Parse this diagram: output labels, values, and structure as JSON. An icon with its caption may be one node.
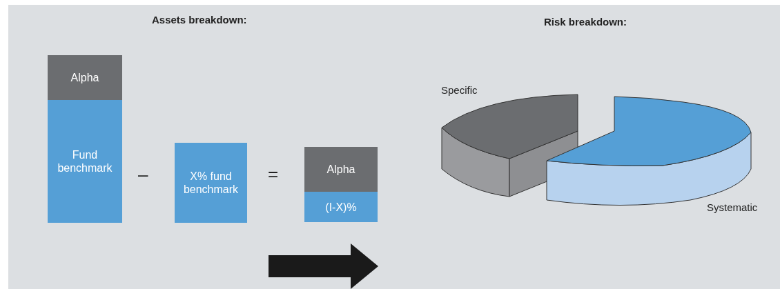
{
  "diagram": {
    "nodes": [
      {
        "text": [
          "Alpha"
        ]
      },
      {
        "text": [
          "Fund benchmark"
        ]
      },
      {
        "text": [
          "X% fund benchmark"
        ]
      },
      {
        "text": [
          "Alpha"
        ]
      },
      {
        "text": [
          "(I-X)%"
        ]
      },
      {
        "text": [
          "Specific"
        ]
      },
      {
        "text": [
          "Systematic"
        ]
      }
    ],
    "labels": [
      "Assets breakdown:",
      "Risk breakdown:",
      "–",
      "="
    ]
  }
}
